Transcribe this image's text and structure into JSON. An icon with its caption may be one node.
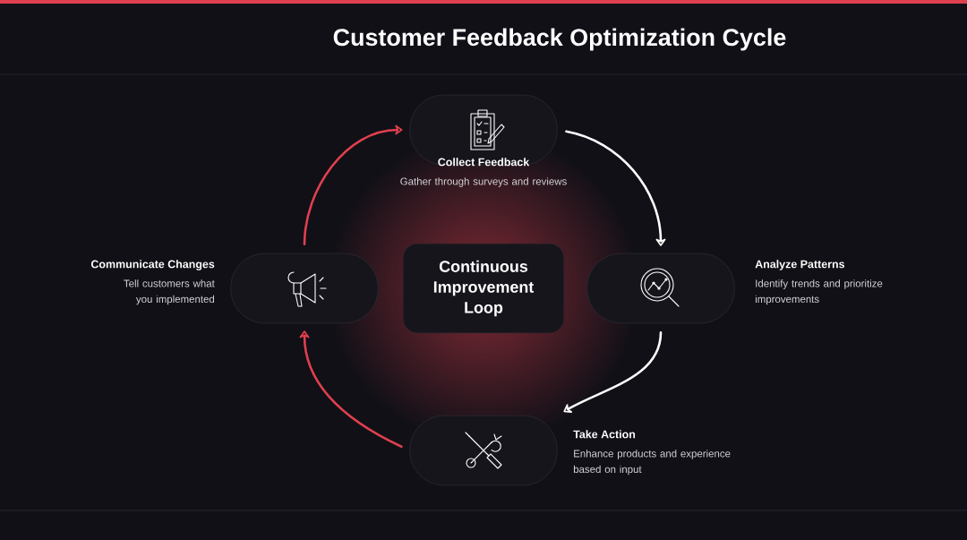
{
  "diagram": {
    "title": "Customer Feedback Optimization Cycle",
    "nodes": [
      {
        "text": [
          "Continuous Improvement Loop"
        ]
      },
      {
        "text": [
          "Collect Feedback",
          "Gather through surveys and reviews"
        ]
      },
      {
        "text": [
          "Analyze Patterns",
          "Identify trends and prioritize improvements"
        ]
      },
      {
        "text": [
          "Take Action",
          "Enhance products and experience based on input"
        ]
      },
      {
        "text": [
          "Communicate Changes",
          "Tell customers what you implemented"
        ]
      }
    ],
    "edges": [
      {
        "from": 1,
        "to": 2,
        "arrow": "to",
        "color": "#ffffff"
      },
      {
        "from": 2,
        "to": 3,
        "arrow": "to",
        "color": "#ffffff"
      },
      {
        "from": 3,
        "to": 4,
        "arrow": "to",
        "color": "#e0404e"
      },
      {
        "from": 4,
        "to": 1,
        "arrow": "to",
        "color": "#e0404e"
      }
    ]
  }
}
